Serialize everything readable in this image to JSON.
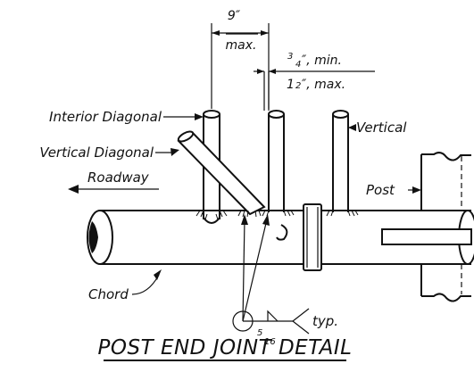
{
  "diagram": {
    "title": "POST END JOINT DETAIL",
    "labels": {
      "interior_diagonal": "Interior Diagonal",
      "vertical_diagonal": "Vertical Diagonal",
      "roadway": "Roadway",
      "vertical": "Vertical",
      "post": "Post",
      "chord": "Chord",
      "typ": "typ."
    },
    "dimensions": {
      "spacing_value": "9″",
      "spacing_note": "max.",
      "gap_min_num": "3",
      "gap_min_den": "4",
      "gap_min_suffix": "″, min.",
      "gap_max_whole": "1",
      "gap_max_den": "2",
      "gap_max_suffix": "″, max.",
      "weld_num": "5",
      "weld_den": "16"
    }
  }
}
